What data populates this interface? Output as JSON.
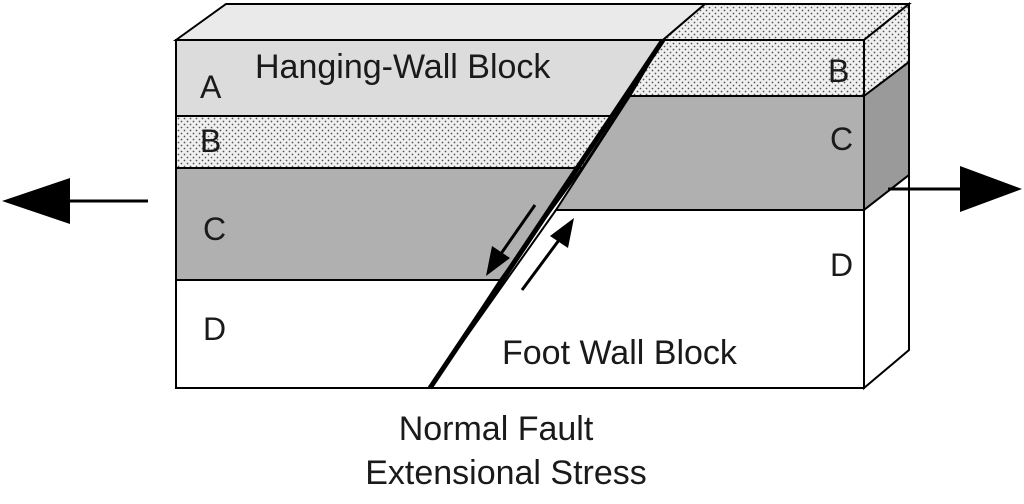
{
  "labels": {
    "hanging_wall": "Hanging-Wall Block",
    "foot_wall": "Foot Wall Block",
    "caption_line1": "Normal Fault",
    "caption_line2": "Extensional Stress"
  },
  "layers": {
    "left": [
      "A",
      "B",
      "C",
      "D"
    ],
    "right": [
      "B",
      "C",
      "D"
    ]
  },
  "colors": {
    "layer_A": "#dcdcdc",
    "layer_B": "#ececec",
    "layer_C": "#b0b0b0",
    "layer_D": "#ffffff",
    "stroke": "#000000"
  },
  "icons": {
    "left_arrow": "arrow-left-icon",
    "right_arrow": "arrow-right-icon",
    "fault_down": "arrow-down-left-icon",
    "fault_up": "arrow-up-right-icon"
  }
}
